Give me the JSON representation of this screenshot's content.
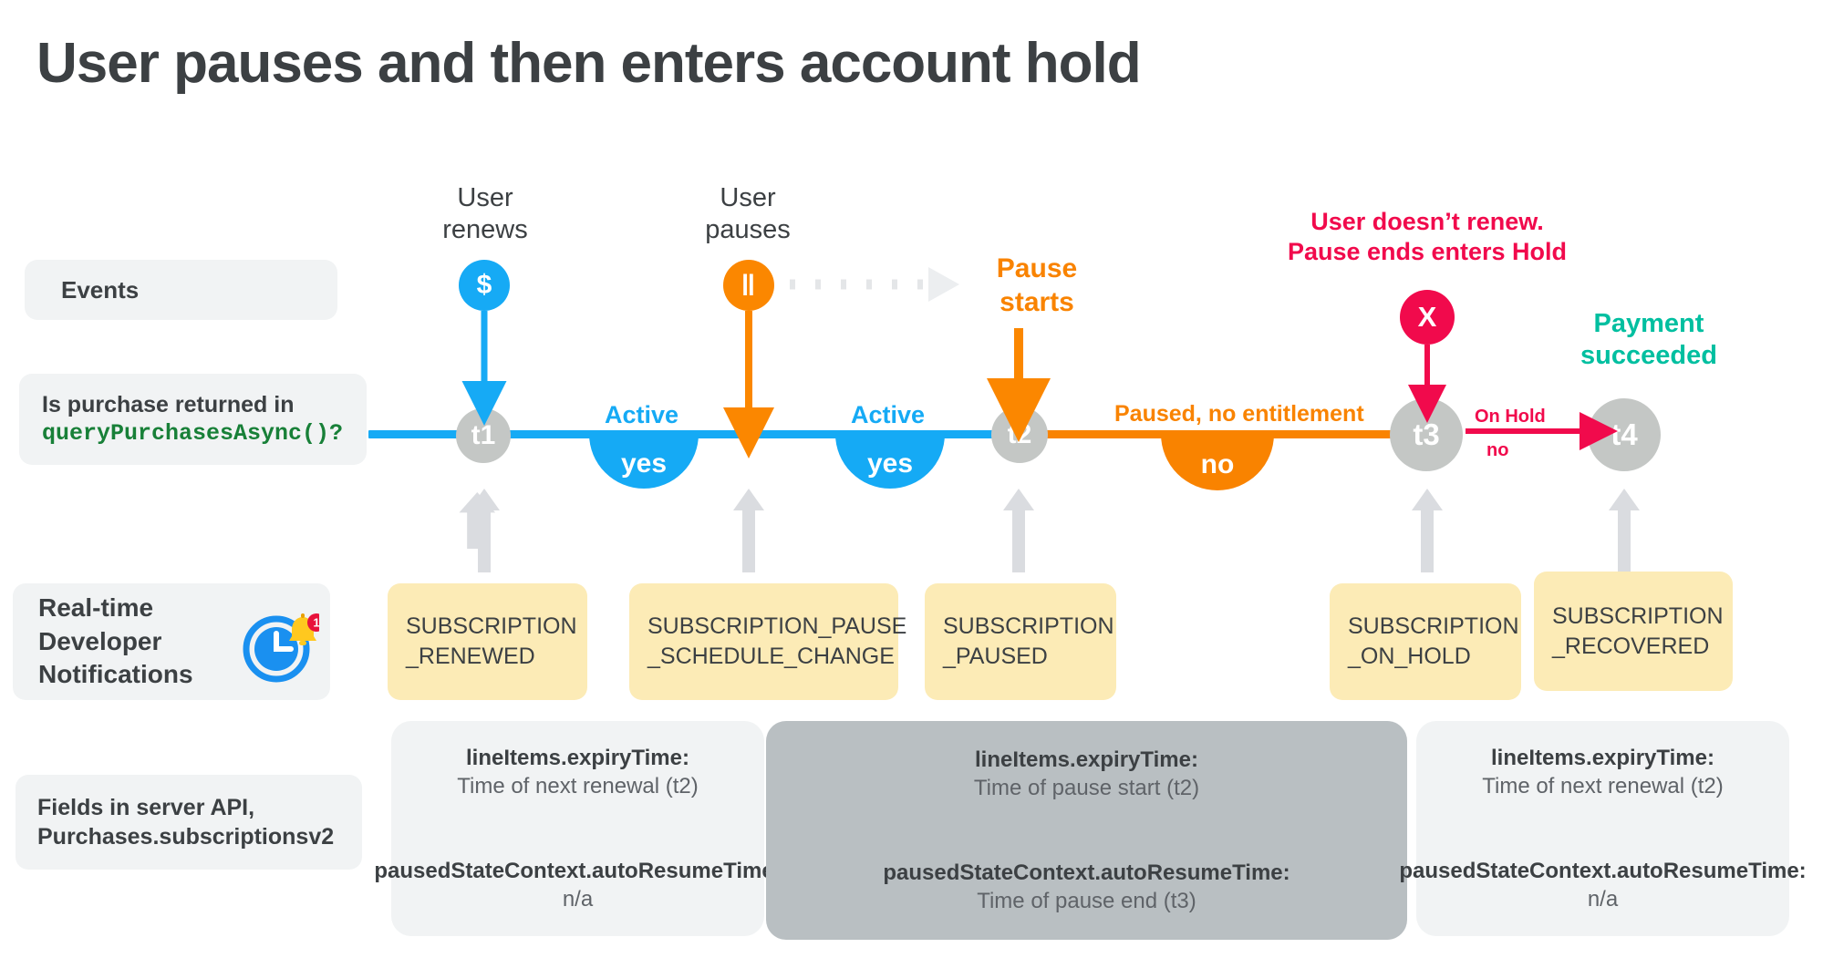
{
  "title": "User pauses and then enters account hold",
  "colors": {
    "blue": "#15AAF5",
    "orange": "#F98300",
    "red": "#F10A4C",
    "teal": "#00BFA0",
    "green_code": "#188038",
    "gray_node": "#c4c7c5",
    "chip_bg": "#f1f3f4",
    "note_bg": "#FCEBB6",
    "panel_dark": "#b9bfc2",
    "text": "#3c4043"
  },
  "row_labels": {
    "events": "Events",
    "query_line1": "Is purchase returned in",
    "query_line2": "queryPurchasesAsync()?",
    "rtdn": "Real-time\nDeveloper\nNotifications",
    "rtdn_icon": "clock-bell-notification-icon",
    "fields": "Fields in server API,\nPurchases.subscriptionsv2"
  },
  "events": [
    {
      "id": "user-renews",
      "caption": "User\nrenews",
      "glyph": "$",
      "color": "blue"
    },
    {
      "id": "user-pauses",
      "caption": "User\npauses",
      "glyph": "‖",
      "color": "orange"
    },
    {
      "id": "pause-starts",
      "caption": "Pause\nstarts",
      "glyph": "",
      "color": "orange"
    },
    {
      "id": "user-doesnt-renew",
      "caption": "User doesn’t renew.\nPause ends enters Hold",
      "glyph": "X",
      "color": "red"
    },
    {
      "id": "payment-succeeded",
      "caption": "Payment\nsucceeded",
      "glyph": "",
      "color": "teal"
    }
  ],
  "timeline": {
    "nodes": [
      {
        "id": "t1",
        "label": "t1"
      },
      {
        "id": "t2",
        "label": "t2"
      },
      {
        "id": "t3",
        "label": "t3"
      },
      {
        "id": "t4",
        "label": "t4"
      }
    ],
    "segments": [
      {
        "id": "active-1",
        "label": "Active",
        "answer": "yes",
        "color": "blue"
      },
      {
        "id": "active-2",
        "label": "Active",
        "answer": "yes",
        "color": "blue"
      },
      {
        "id": "paused",
        "label": "Paused, no entitlement",
        "answer": "no",
        "color": "orange"
      },
      {
        "id": "on-hold",
        "label": "On Hold",
        "answer": "no",
        "color": "red"
      }
    ]
  },
  "notifications": [
    {
      "id": "renewed",
      "text": "SUBSCRIPTION\n_RENEWED"
    },
    {
      "id": "pause-schedule",
      "text": "SUBSCRIPTION_PAUSE\n_SCHEDULE_CHANGE"
    },
    {
      "id": "paused",
      "text": "SUBSCRIPTION\n_PAUSED"
    },
    {
      "id": "on-hold",
      "text": "SUBSCRIPTION\n_ON_HOLD"
    },
    {
      "id": "recovered",
      "text": "SUBSCRIPTION\n_RECOVERED"
    }
  ],
  "field_panels": [
    {
      "id": "panel-active",
      "variant": "light",
      "rows": [
        {
          "key": "lineItems.expiryTime:",
          "value": "Time of next renewal (t2)"
        },
        {
          "key": "pausedStateContext.autoResumeTime:",
          "value": "n/a"
        }
      ]
    },
    {
      "id": "panel-paused",
      "variant": "dark",
      "rows": [
        {
          "key": "lineItems.expiryTime:",
          "value": "Time of pause start (t2)"
        },
        {
          "key": "pausedStateContext.autoResumeTime:",
          "value": "Time of pause end (t3)"
        }
      ]
    },
    {
      "id": "panel-recovered",
      "variant": "light",
      "rows": [
        {
          "key": "lineItems.expiryTime:",
          "value": "Time of next renewal (t2)"
        },
        {
          "key": "pausedStateContext.autoResumeTime:",
          "value": "n/a"
        }
      ]
    }
  ]
}
